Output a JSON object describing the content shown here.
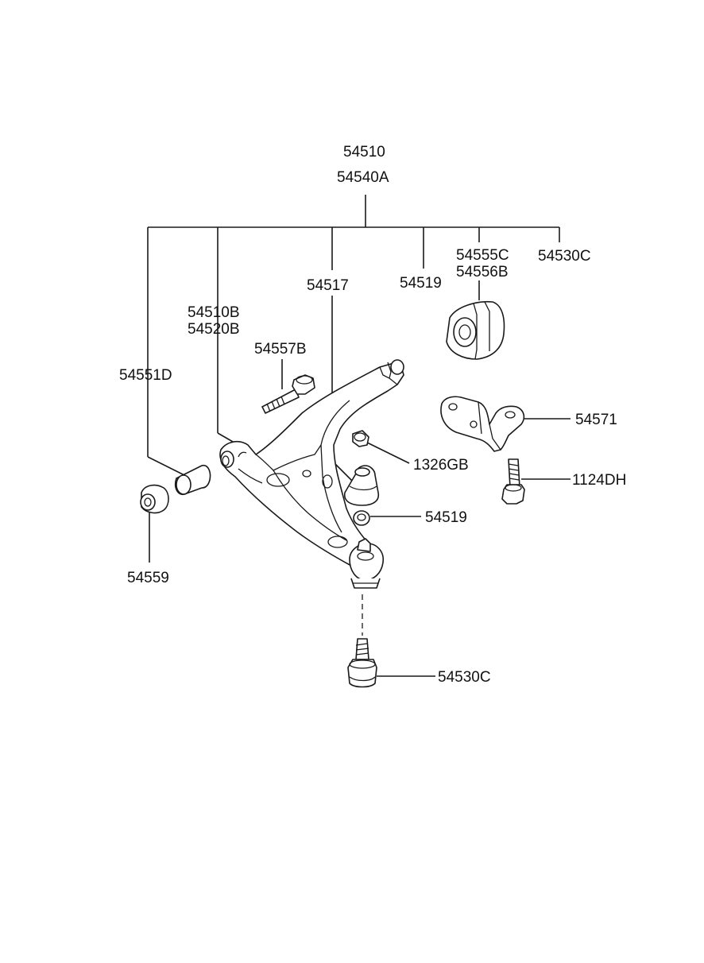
{
  "callouts": {
    "assembly_1": "54510",
    "assembly_2": "54540A",
    "bushing_bracket_bolt_top": "54530C",
    "bushing_a": "54555C",
    "bushing_b": "54556B",
    "ball_joint_label_top": "54519",
    "dust_cover": "54517",
    "arm_left_1": "54510B",
    "arm_left_2": "54520B",
    "front_bolt": "54557B",
    "front_bushing": "54551D",
    "bracket": "54571",
    "nut": "1326GB",
    "bracket_bolt": "1124DH",
    "ball_joint_ring": "54519",
    "washer": "54559",
    "ball_joint_bottom": "54530C"
  }
}
